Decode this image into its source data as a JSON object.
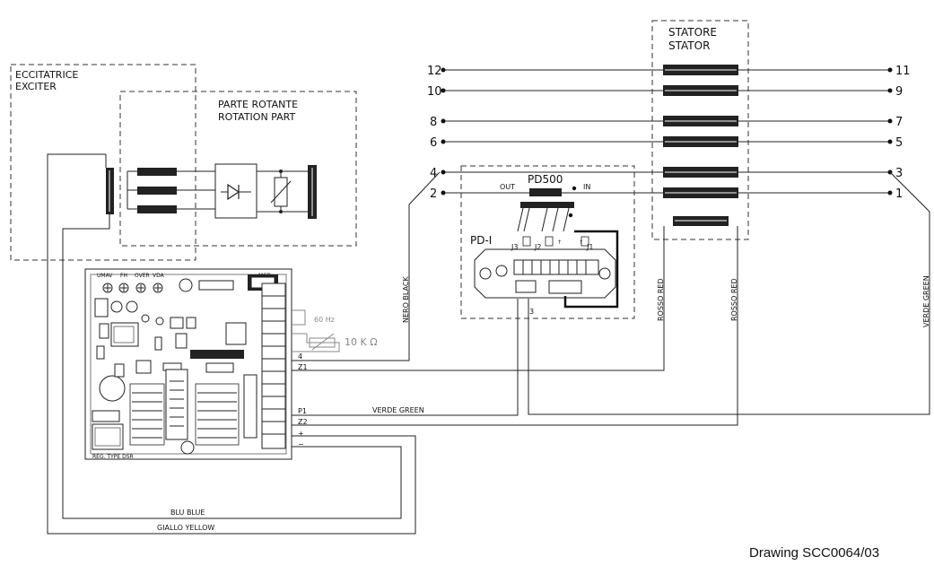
{
  "exciter": {
    "label1": "ECCITATRICE",
    "label2": "EXCITER"
  },
  "rotating": {
    "label1": "PARTE ROTANTE",
    "label2": "ROTATION PART"
  },
  "stator": {
    "label1": "STATORE",
    "label2": "STATOR"
  },
  "stator_terminals_left": [
    "12",
    "10",
    "8",
    "6",
    "4",
    "2"
  ],
  "stator_terminals_right": [
    "11",
    "9",
    "7",
    "5",
    "3",
    "1"
  ],
  "pd500": {
    "title": "PD500",
    "out": "OUT",
    "in": "IN",
    "name": "PD-I",
    "j3": "J3",
    "j2": "J2",
    "j1": "J1",
    "pin3": "3",
    "tick": "↑"
  },
  "regulator": {
    "type": "REG. TYPE DSR",
    "top_labels": [
      "UMAV",
      "FH",
      "OVER",
      "VDA"
    ],
    "top_right": "MCD",
    "terminals": [
      "4",
      "Z1",
      "P1",
      "Z2",
      "+",
      "−"
    ],
    "freq": "60 Hz",
    "pot": "10 K Ω"
  },
  "wires": {
    "nero_black": "NERO BLACK",
    "rosso_red_1": "ROSSO RED",
    "rosso_red_2": "ROSSO RED",
    "verde_green_v": "VERDE GREEN",
    "verde_green_h": "VERDE GREEN",
    "blu_blue": "BLU BLUE",
    "giallo_yellow": "GIALLO YELLOW"
  },
  "caption": "Drawing SCC0064/03"
}
